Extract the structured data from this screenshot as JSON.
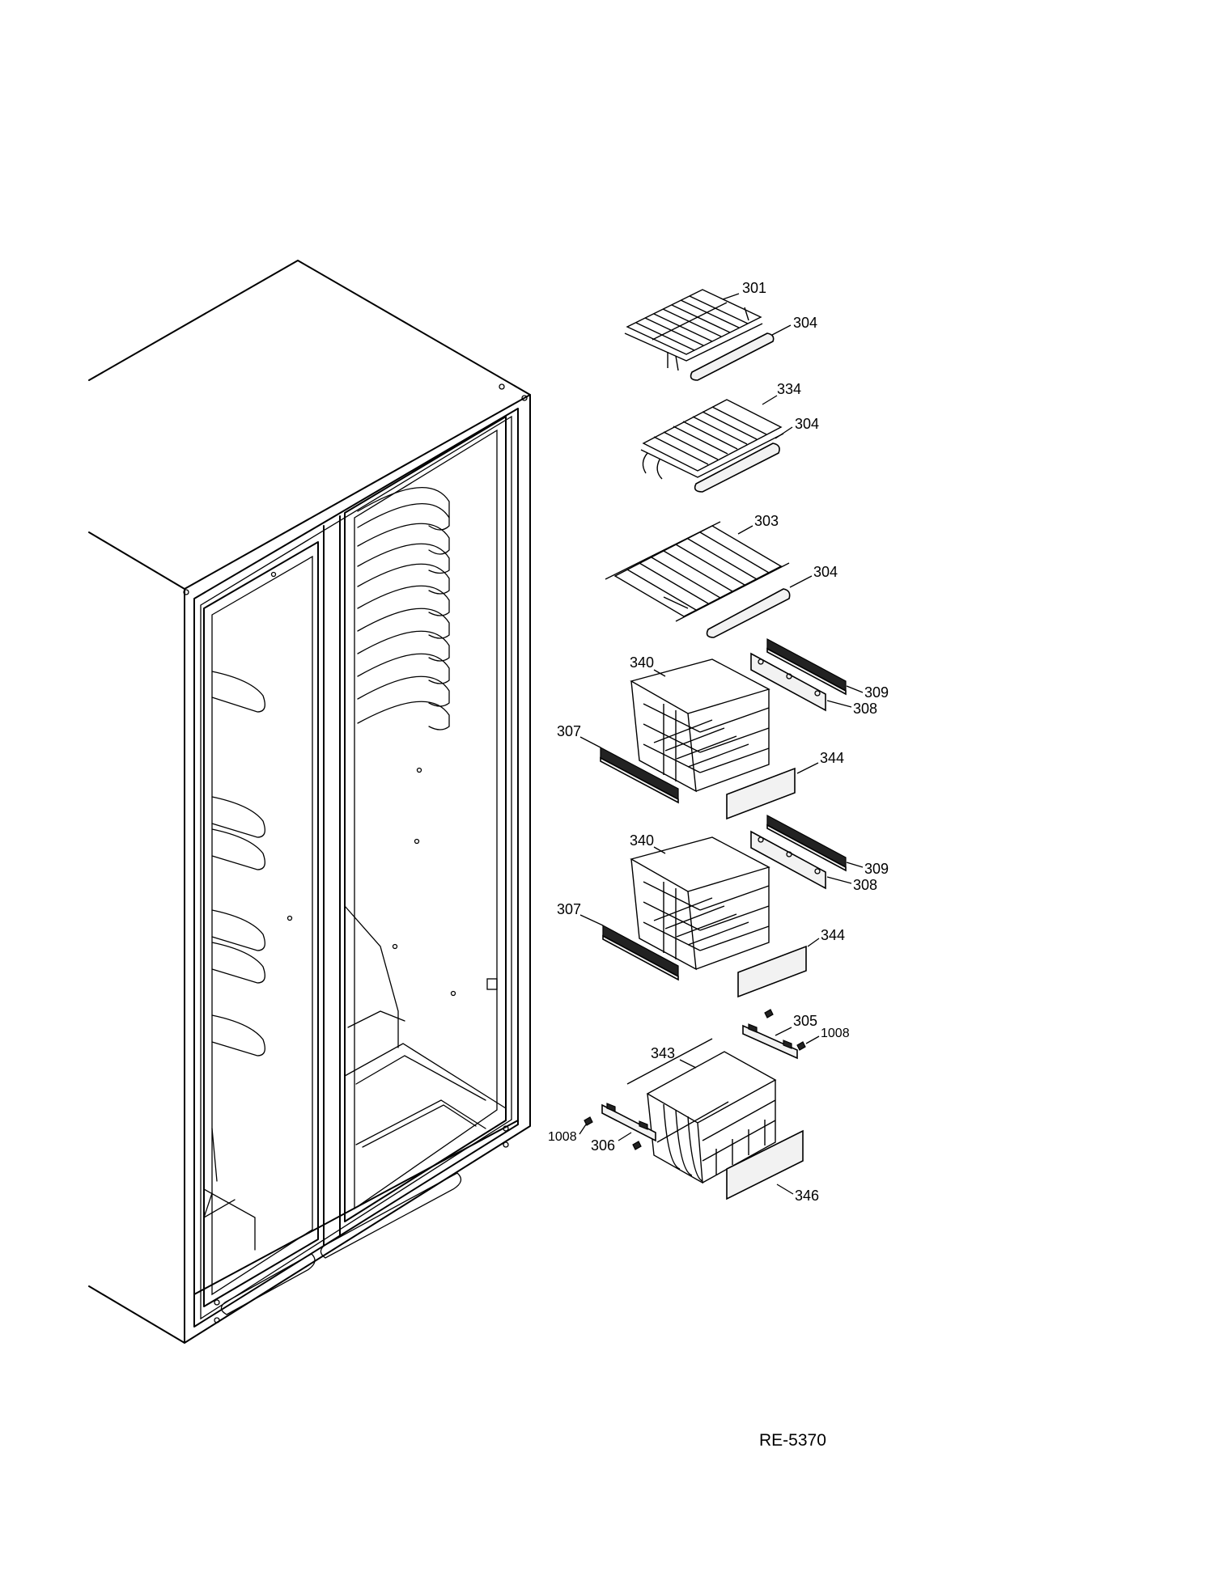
{
  "diagram": {
    "drawing_id": "RE-5370",
    "callouts": {
      "c301": "301",
      "c304a": "304",
      "c334": "334",
      "c304b": "304",
      "c303": "303",
      "c304c": "304",
      "c340a": "340",
      "c309a": "309",
      "c308a": "308",
      "c307a": "307",
      "c344a": "344",
      "c340b": "340",
      "c309b": "309",
      "c308b": "308",
      "c307b": "307",
      "c344b": "344",
      "c305": "305",
      "c1008a": "1008",
      "c343": "343",
      "c1008b": "1008",
      "c306": "306",
      "c346": "346"
    }
  }
}
